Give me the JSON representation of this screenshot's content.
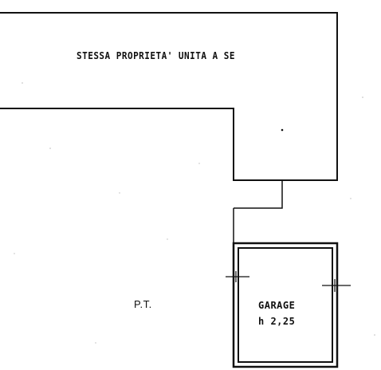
{
  "floorplan": {
    "main_unit_label": "STESSA  PROPRIETA' UNITA A SE",
    "floor_label": "P.T.",
    "garage": {
      "name": "GARAGE",
      "height": "h 2,25"
    }
  }
}
